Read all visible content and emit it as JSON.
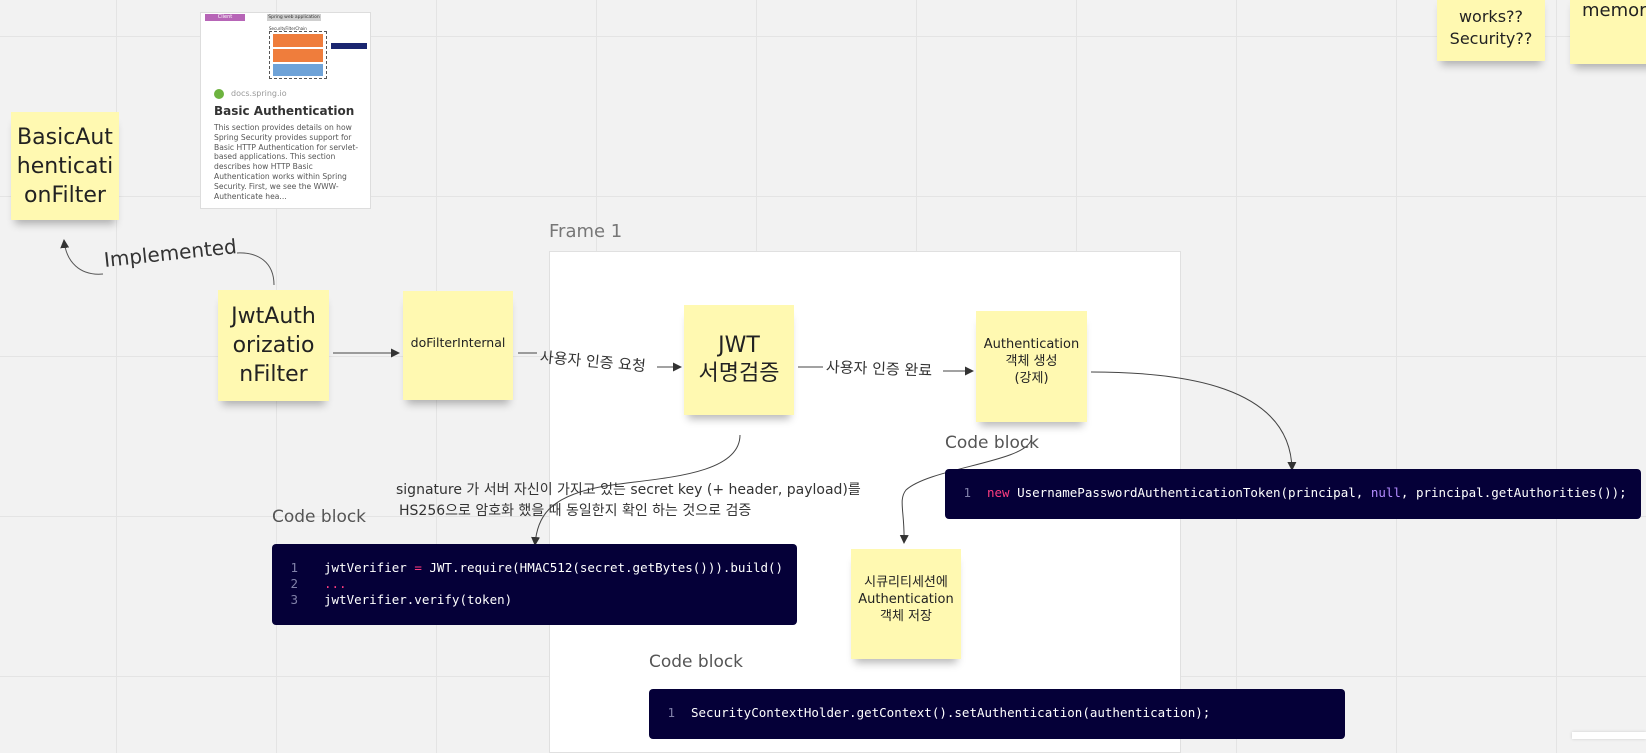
{
  "frame": {
    "title": "Frame 1"
  },
  "card": {
    "thumb_labels": [
      "Client",
      "Spring web application"
    ],
    "thumb_section": "SecurityFilterChain",
    "domain": "docs.spring.io",
    "title": "Basic Authentication",
    "description": "This section provides details on how Spring Security provides support for Basic HTTP Authentication for servlet-based applications. This section describes how HTTP Basic Authentication works within Spring Security. First, we see the WWW-Authenticate hea..."
  },
  "stickies": {
    "basic_filter": "BasicAut\nhenticati\nonFilter",
    "jwt_filter": "JwtAuth\norizatio\nnFilter",
    "do_filter": "doFilterInternal",
    "jwt_verify": "JWT\n서명검증",
    "auth_create": "Authentication\n객체 생성\n(강제)",
    "session_store": "시큐리티세션에\nAuthentication\n객체 저장",
    "top_right_1": "works??\nSecurity??",
    "top_right_2": "memory"
  },
  "labels": {
    "implemented": "Implemented",
    "auth_request": "사용자 인증 요청",
    "auth_complete": "사용자 인증 완료",
    "signature_note_1": "signature 가 서버 자신이 가지고 있는 secret key (+ header, payload)를",
    "signature_note_2": "HS256으로 암호화 했을 때 동일한지 확인 하는 것으로 검증"
  },
  "code_blocks": {
    "title": "Code block",
    "jwt": {
      "line_numbers": [
        "1",
        "2",
        "3"
      ],
      "l1_a": "jwtVerifier ",
      "l1_op": "=",
      "l1_b": " JWT.require(HMAC512(secret.getBytes())).build()",
      "l2": "...",
      "l3": "jwtVerifier.verify(token)"
    },
    "token": {
      "line_number": "1",
      "kw": "new",
      "a": " UsernamePasswordAuthenticationToken(principal, ",
      "null": "null",
      "b": ", principal.getAuthorities());"
    },
    "context": {
      "line_number": "1",
      "code": "SecurityContextHolder.getContext().setAuthentication(authentication);"
    }
  },
  "colors": {
    "sticky": "#fff9b1",
    "code_bg": "#050038",
    "keyword": "#ff3d7f",
    "null_kw": "#b48cff"
  }
}
